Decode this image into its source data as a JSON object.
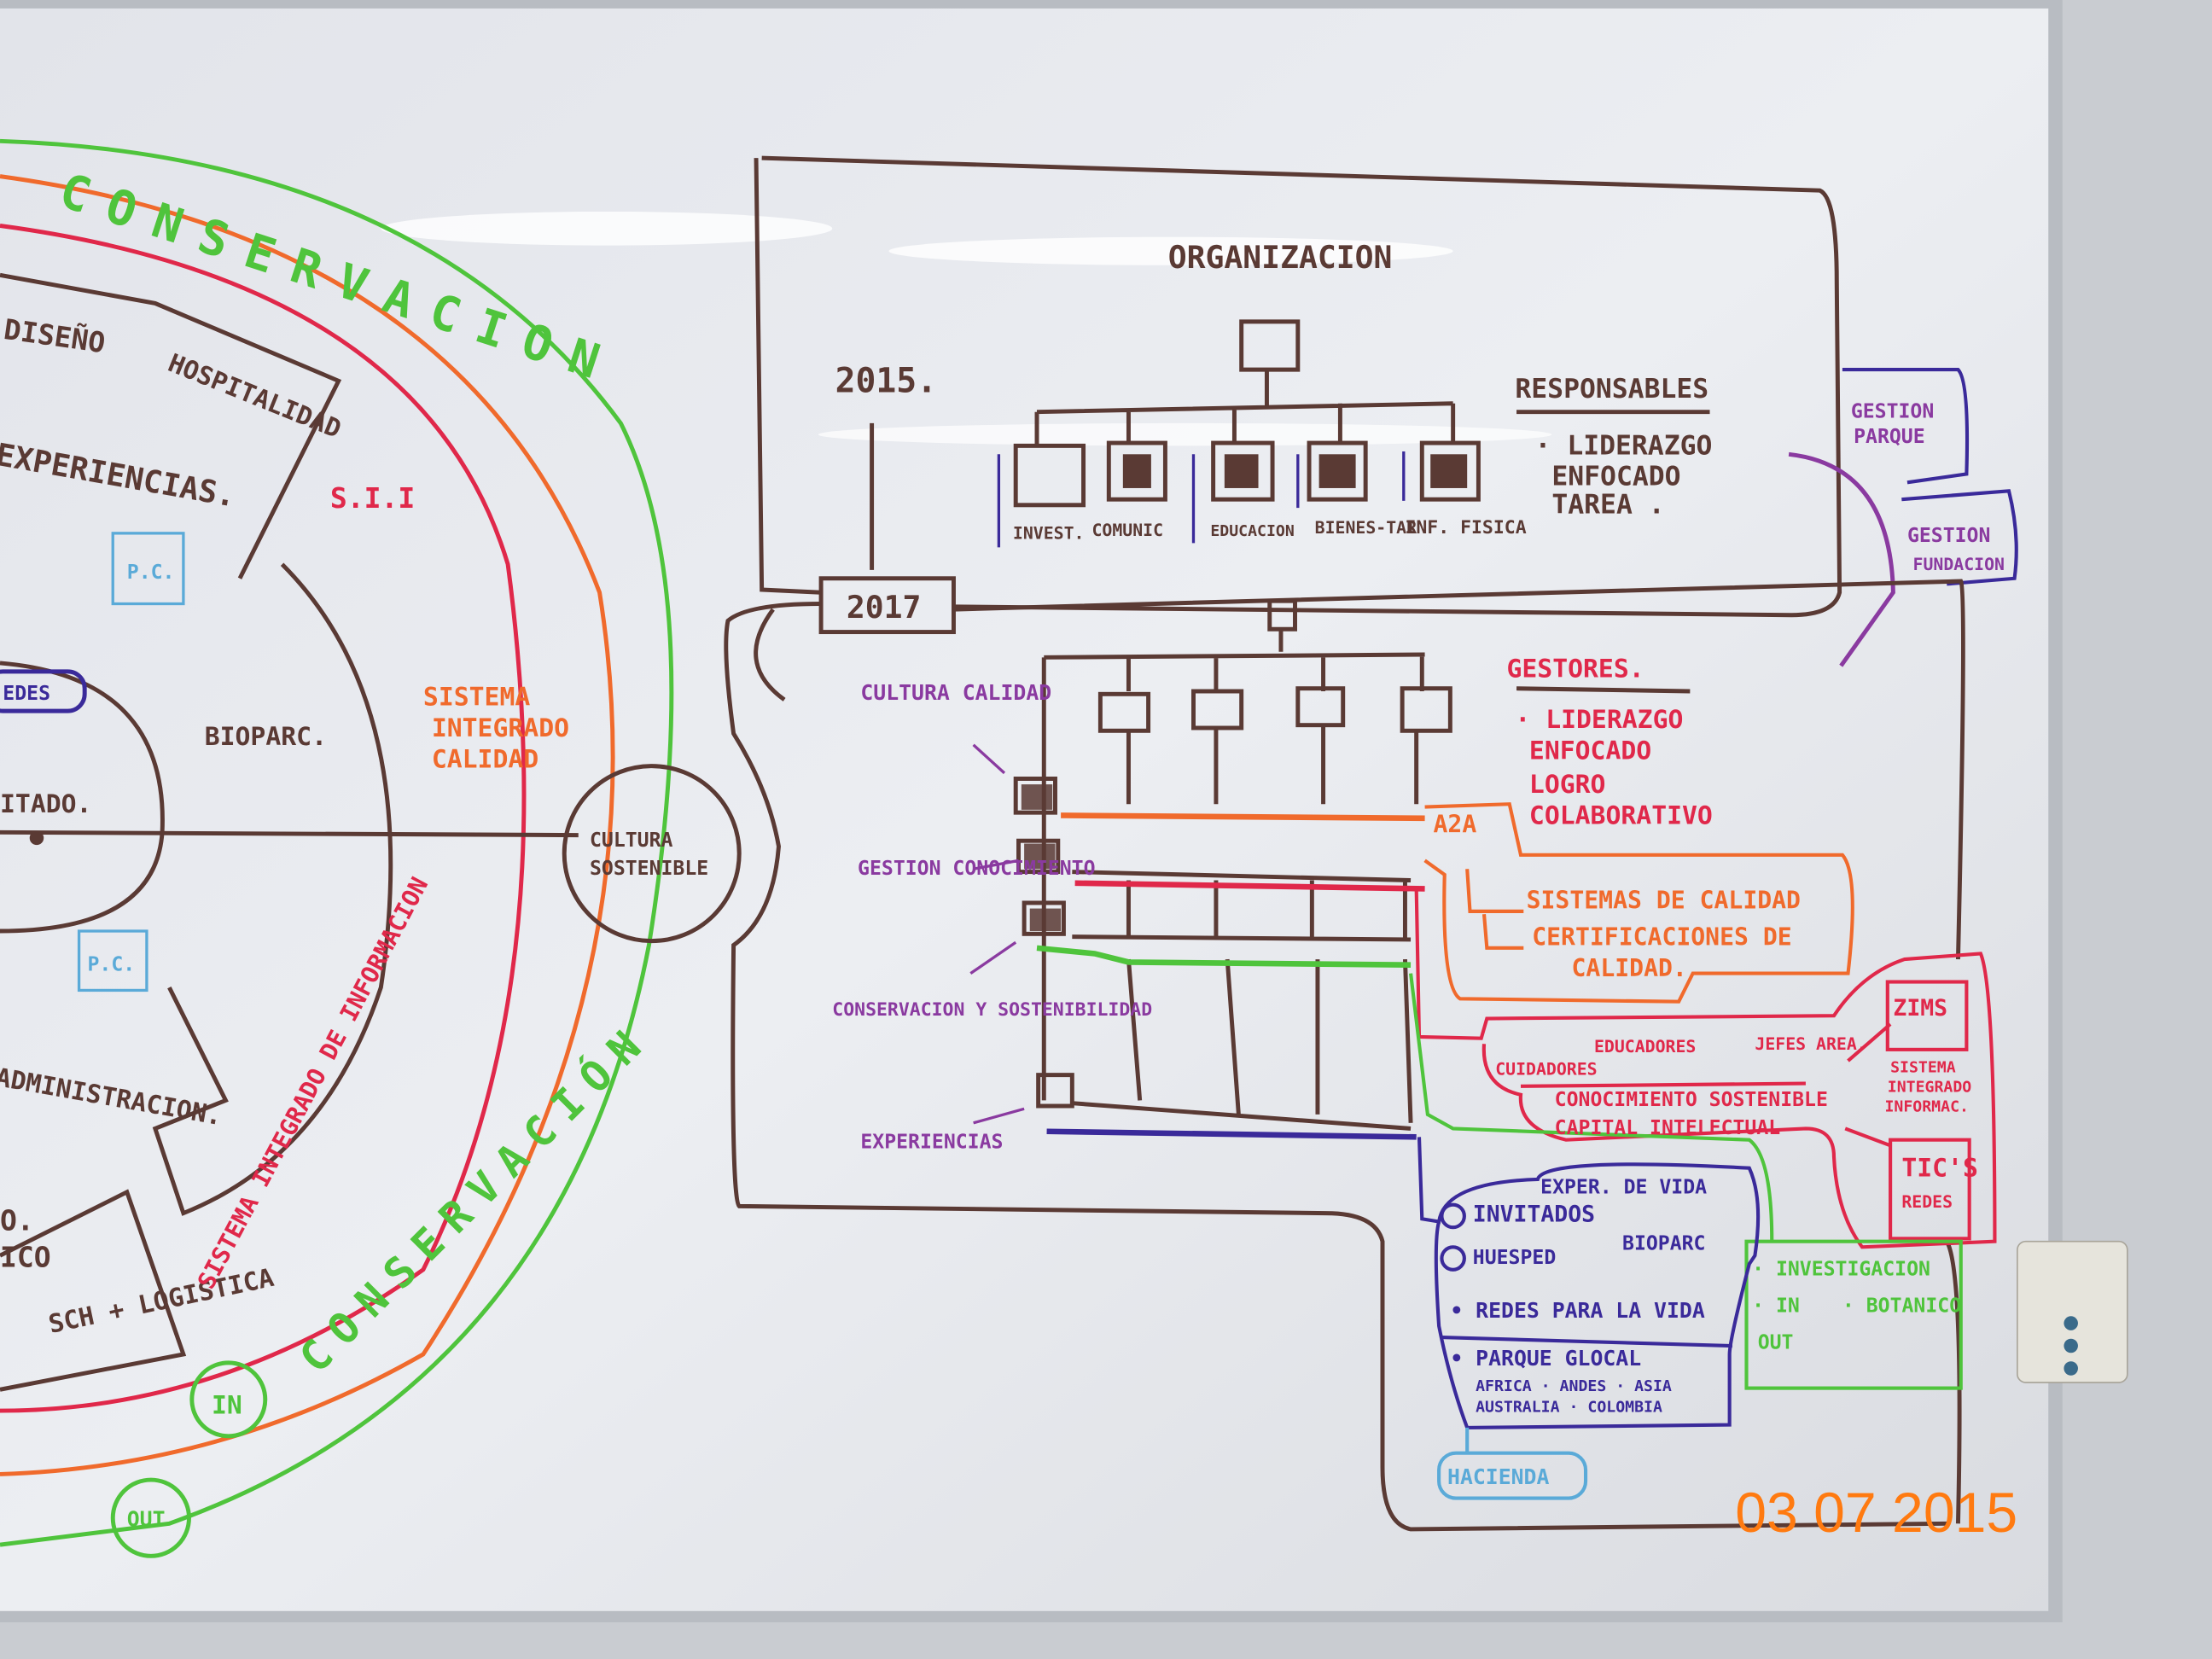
{
  "colors": {
    "brown": "#5a3a34",
    "green": "#4fc43c",
    "orange": "#f06a2c",
    "red": "#e0284a",
    "purple": "#3a2a9a",
    "violet": "#8a3aa0",
    "blue": "#5aaad8",
    "date": "#ff7a10"
  },
  "left_diagram": {
    "outer_ring_top": "CONSERVACION",
    "outer_ring_bottom": "CONSERVACIÓN",
    "segments": [
      "DISEÑO",
      "HOSPITALIDAD",
      "EXPERIENCIAS.",
      "ADMINISTRACION.",
      "SCH + LOGISTICA",
      "O.",
      "ICO"
    ],
    "sii": "S.I.I",
    "pc_top": "P.C.",
    "pc_bottom": "P.C.",
    "redes": "EDES",
    "center": "BIOPARC.",
    "resultado": "ITADO.",
    "sistema_calidad": [
      "SISTEMA",
      "INTEGRADO",
      "CALIDAD"
    ],
    "sistema_informacion": "SISTEMA INTEGRADO DE INFORMACION",
    "cultura": [
      "CULTURA",
      "SOSTENIBLE"
    ],
    "in": "IN",
    "out": "OUT"
  },
  "top_box": {
    "title": "ORGANIZACION",
    "year_start": "2015.",
    "year_end": "2017",
    "departments": [
      "INVEST.",
      "COMUNIC",
      "EDUCACION",
      "BIENES-TAR",
      "INF. FISICA"
    ],
    "responsables_title": "RESPONSABLES",
    "responsables_items": [
      "· LIDERAZGO",
      "ENFOCADO",
      "TAREA ."
    ]
  },
  "side_boxes": {
    "gestion_parque": [
      "GESTION",
      "PARQUE"
    ],
    "gestion_fundacion": [
      "GESTION",
      "FUNDACION"
    ]
  },
  "bottom_box": {
    "gestores_title": "GESTORES.",
    "gestores_items": [
      "· LIDERAZGO",
      "ENFOCADO",
      "LOGRO",
      "COLABORATIVO"
    ],
    "rows": [
      "CULTURA CALIDAD",
      "GESTION CONOCIMIENTO",
      "CONSERVACION Y SOSTENIBILIDAD",
      "EXPERIENCIAS"
    ],
    "a2a": "A2A",
    "calidad_items": [
      "SISTEMAS DE CALIDAD",
      "CERTIFICACIONES DE",
      "CALIDAD."
    ],
    "people": [
      "CUIDADORES",
      "EDUCADORES",
      "JEFES AREA."
    ],
    "conocimiento": [
      "CONOCIMIENTO SOSTENIBLE",
      "CAPITAL INTELECTUAL"
    ],
    "zims": "ZIMS",
    "zims_caption": [
      "SISTEMA",
      "INTEGRADO",
      "INFORMAC."
    ],
    "tics": "TIC'S",
    "tics_sub": "REDES",
    "exper_title": "EXPER. DE VIDA",
    "exper_items": [
      "INVITADOS",
      "HUESPED"
    ],
    "bioparc": "BIOPARC",
    "redes_vida": "• REDES PARA LA VIDA",
    "parque_glocal": "• PARQUE GLOCAL",
    "regions": [
      "AFRICA · ANDES · ASIA",
      "AUSTRALIA · COLOMBIA"
    ],
    "investigacion": [
      "· INVESTIGACION",
      "· IN",
      "OUT"
    ],
    "botanico": "· BOTANICO",
    "hacienda": "HACIENDA"
  },
  "date_stamp": "03 07 2015"
}
